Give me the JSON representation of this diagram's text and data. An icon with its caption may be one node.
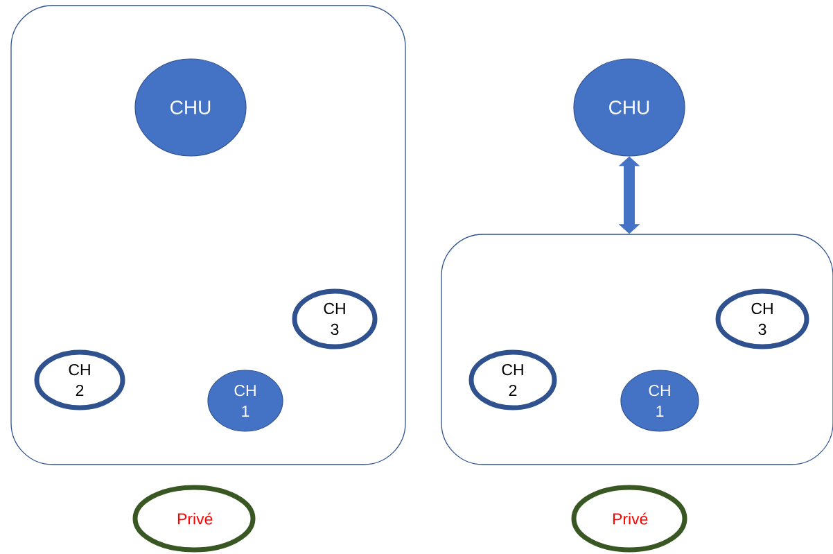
{
  "diagram": {
    "nodes": [
      {
        "text": [],
        "shape": "box"
      },
      {
        "text": [
          "CHU"
        ],
        "in": 0
      },
      {
        "text": [
          "CH 3"
        ],
        "in": 0
      },
      {
        "text": [
          "CH 2"
        ],
        "in": 0
      },
      {
        "text": [
          "CH 1"
        ],
        "in": 0
      },
      {
        "text": [
          "Privé"
        ]
      },
      {
        "text": [
          "CHU"
        ]
      },
      {
        "text": [],
        "shape": "box"
      },
      {
        "text": [
          "CH 3"
        ],
        "in": 7
      },
      {
        "text": [
          "CH 2"
        ],
        "in": 7
      },
      {
        "text": [
          "CH 1"
        ],
        "in": 7
      },
      {
        "text": [
          "Privé"
        ]
      }
    ],
    "edges": [
      {
        "from": 6,
        "to": 7,
        "arrow": "both"
      }
    ]
  }
}
